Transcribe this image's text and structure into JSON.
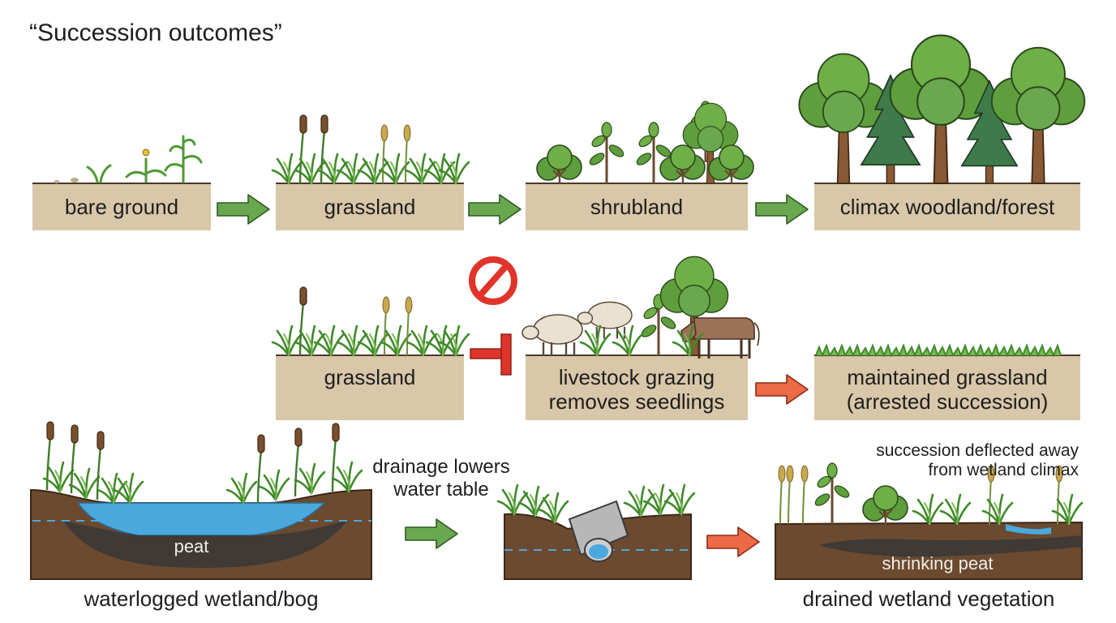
{
  "title": "“Succession outcomes”",
  "row1": {
    "stage1": "bare ground",
    "stage2": "grassland",
    "stage3": "shrubland",
    "stage4": "climax woodland/forest"
  },
  "row2": {
    "stage1": "grassland",
    "stage2_line1": "livestock grazing",
    "stage2_line2": "removes seedlings",
    "stage3_line1": "maintained grassland",
    "stage3_line2": "(arrested succession)"
  },
  "row3": {
    "wetland_peat": "peat",
    "wetland_caption": "waterlogged wetland/bog",
    "drain_line1": "drainage lowers",
    "drain_line2": "water table",
    "deflect_line1": "succession deflected away",
    "deflect_line2": "from wetland climax",
    "shrinking_peat": "shrinking peat",
    "drained_caption": "drained wetland vegetation"
  },
  "colors": {
    "box_fill": "#d8c7a8",
    "green_arrow": "#6aa84f",
    "orange_arrow": "#ec6a45",
    "block_red": "#e0342a",
    "water_blue": "#4aa8dc",
    "soil_brown": "#6b4a2f",
    "peat_dark": "#3f3a36"
  },
  "icons": [
    "no-entry-icon",
    "inhibition-block-icon"
  ]
}
